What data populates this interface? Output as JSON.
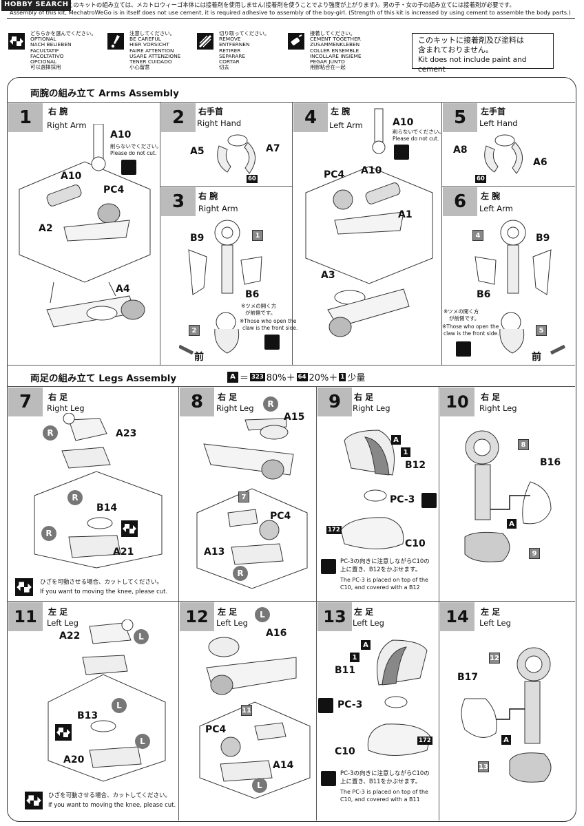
{
  "header": {
    "logo": "HOBBY SEARCH",
    "line1": "このキットの組み立ては、メカトロウィーゴ本体には接着剤を使用しません(接着剤を使うことでより強度が上がります)。男の子・女の子の組み立てには接着剤が必要です。",
    "line2": "Assembly of this kit, MechatroWeGo is in itself does not use cement, it is required adhesive to assembly of the boy-girl. (Strength of this kit is increased by using cement to assemble the body parts.)"
  },
  "symbols": [
    {
      "icon": "optional-arrows-icon",
      "text": "どちらかを選んでください。\nOPTIONAL\nNACH BELIEBEN\nFACULTATIF\nFACOLTATIVO\nOPCIONAL\n可以選擇採用"
    },
    {
      "icon": "caution-icon",
      "text": "注意してください。\nBE CAREFUL\nHIER VORSICHT\nFAIRE ATTENTION\nUSARE ATTENZIONE\nTENER CUIDADO\n小心留意"
    },
    {
      "icon": "cut-icon",
      "text": "切り取ってください。\nREMOVE\nENTFERNEN\nRETIRER\nSEPARARE\nCORTAR\n切去"
    },
    {
      "icon": "cement-icon",
      "text": "接着してください。\nCEMENT TOGETHER\nZUSAMMENKLEBEN\nCOLLER ENSEMBLE\nINCOLLARE INSIEME\nPEGAR JUNTO\n用膠粘合在一起"
    }
  ],
  "notice": {
    "jp1": "このキットに接着剤及び塗料は",
    "jp2": "含まれておりません。",
    "en": "Kit does not include paint and cement"
  },
  "sections": {
    "arms": "両腕の組み立て  Arms Assembly",
    "legs": "両足の組み立て  Legs Assembly",
    "paint_mix": {
      "a": "A",
      "eq": "＝",
      "c1": "323",
      "p1": "80%＋",
      "c2": "64",
      "p2": "20%＋",
      "c3": "1",
      "p3": "少量"
    }
  },
  "steps": {
    "s1": {
      "num": "1",
      "jp": "右 腕",
      "en": "Right Arm",
      "labels": [
        "A10",
        "A10",
        "PC4",
        "A2",
        "A4"
      ],
      "note_jp": "削らないでください。",
      "note_en": "Please do not cut."
    },
    "s2": {
      "num": "2",
      "jp": "右手首",
      "en": "Right Hand",
      "labels": [
        "A5",
        "A7"
      ],
      "color": "60"
    },
    "s3": {
      "num": "3",
      "jp": "右 腕",
      "en": "Right Arm",
      "labels": [
        "B9",
        "B6"
      ],
      "ref1": "1",
      "ref2": "2",
      "front": "前",
      "note_jp1": "※ツメの開く方",
      "note_jp2": "が前側です。",
      "note_en1": "※Those who open the",
      "note_en2": "claw is the front side."
    },
    "s4": {
      "num": "4",
      "jp": "左 腕",
      "en": "Left Arm",
      "labels": [
        "A10",
        "PC4",
        "A10",
        "A1",
        "A3"
      ],
      "note_jp": "削らないでください。",
      "note_en": "Please do not cut."
    },
    "s5": {
      "num": "5",
      "jp": "左手首",
      "en": "Left Hand",
      "labels": [
        "A8",
        "A6"
      ],
      "color": "60"
    },
    "s6": {
      "num": "6",
      "jp": "左 腕",
      "en": "Left Arm",
      "labels": [
        "B9",
        "B6"
      ],
      "ref1": "4",
      "ref2": "5",
      "front": "前",
      "note_jp1": "※ツメの開く方",
      "note_jp2": "が前側です。",
      "note_en1": "※Those who open the",
      "note_en2": "claw is the front side."
    },
    "s7": {
      "num": "7",
      "jp": "右 足",
      "en": "Right Leg",
      "labels": [
        "A23",
        "B14",
        "A21"
      ],
      "mark": "R",
      "knee_jp": "ひざを可動させる場合、カットしてください。",
      "knee_en": "If you want to moving the knee, please cut."
    },
    "s8": {
      "num": "8",
      "jp": "右 足",
      "en": "Right Leg",
      "labels": [
        "A15",
        "PC4",
        "A13"
      ],
      "ref": "7",
      "mark": "R"
    },
    "s9": {
      "num": "9",
      "jp": "右 足",
      "en": "Right Leg",
      "labels": [
        "B12",
        "PC-3",
        "C10"
      ],
      "box_a": "A",
      "box_1": "1",
      "color": "172",
      "note_jp1": "PC-3の向きに注意しながらC10の",
      "note_jp2": "上に置き、B12をかぶせます。",
      "note_en1": "The PC-3 is placed on top of the",
      "note_en2": "C10, and covered with a B12"
    },
    "s10": {
      "num": "10",
      "jp": "右 足",
      "en": "Right Leg",
      "labels": [
        "B16"
      ],
      "ref1": "8",
      "ref2": "9",
      "box_a": "A"
    },
    "s11": {
      "num": "11",
      "jp": "左 足",
      "en": "Left Leg",
      "labels": [
        "A22",
        "B13",
        "A20"
      ],
      "mark": "L",
      "knee_jp": "ひざを可動させる場合、カットしてください。",
      "knee_en": "If you want to moving the knee, please cut."
    },
    "s12": {
      "num": "12",
      "jp": "左 足",
      "en": "Left Leg",
      "labels": [
        "A16",
        "PC4",
        "A14"
      ],
      "ref": "11",
      "mark": "L"
    },
    "s13": {
      "num": "13",
      "jp": "左 足",
      "en": "Left Leg",
      "labels": [
        "B11",
        "PC-3",
        "C10"
      ],
      "box_a": "A",
      "box_1": "1",
      "color": "172",
      "note_jp1": "PC-3の向きに注意しながらC10の",
      "note_jp2": "上に置き、B11をかぶせます。",
      "note_en1": "The PC-3 is placed on top of the",
      "note_en2": "C10, and covered with a B11"
    },
    "s14": {
      "num": "14",
      "jp": "左 足",
      "en": "Left Leg",
      "labels": [
        "B17"
      ],
      "ref1": "12",
      "ref2": "13",
      "box_a": "A"
    }
  }
}
